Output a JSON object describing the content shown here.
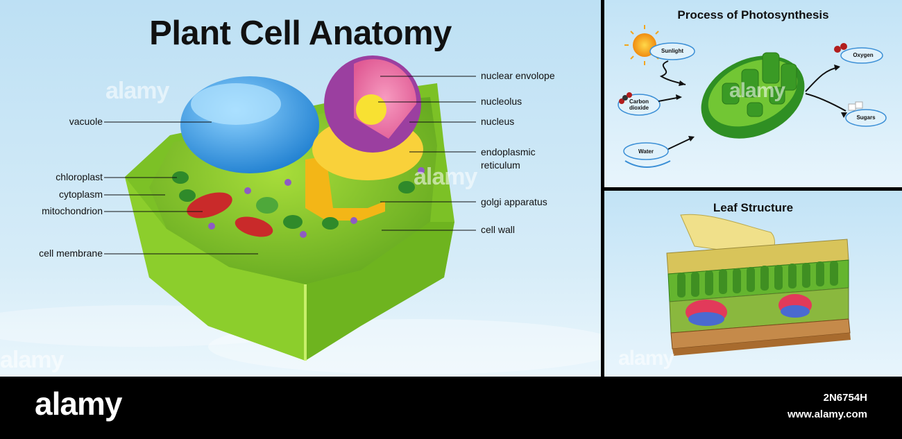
{
  "main": {
    "title": "Plant Cell Anatomy",
    "labels": {
      "nuclear_envelope": "nuclear envolope",
      "nucleolus": "nucleolus",
      "nucleus": "nucleus",
      "endoplasmic_1": "endoplasmic",
      "endoplasmic_2": "reticulum",
      "golgi": "golgi apparatus",
      "cell_wall": "cell wall",
      "vacuole": "vacuole",
      "chloroplast": "chloroplast",
      "cytoplasm": "cytoplasm",
      "mitochondrion": "mitochondrion",
      "cell_membrane": "cell membrane"
    }
  },
  "photosynthesis": {
    "title": "Process of Photosynthesis",
    "sunlight": "Sunlight",
    "carbon_1": "Carbon",
    "carbon_2": "dioxide",
    "water": "Water",
    "oxygen": "Oxygen",
    "sugars": "Sugars"
  },
  "leaf": {
    "title": "Leaf Structure"
  },
  "watermark": "alamy",
  "footer": {
    "logo": "alamy",
    "image_id": "2N6754H",
    "url": "www.alamy.com"
  },
  "colors": {
    "sky_top": "#bfe0f5",
    "sky_bottom": "#e6f4fb",
    "cell_green": "#8ccb2b",
    "vacuole_blue": "#3aa3e6",
    "nucleus_purple": "#9b3fa0",
    "golgi_yellow": "#f5c21b"
  }
}
